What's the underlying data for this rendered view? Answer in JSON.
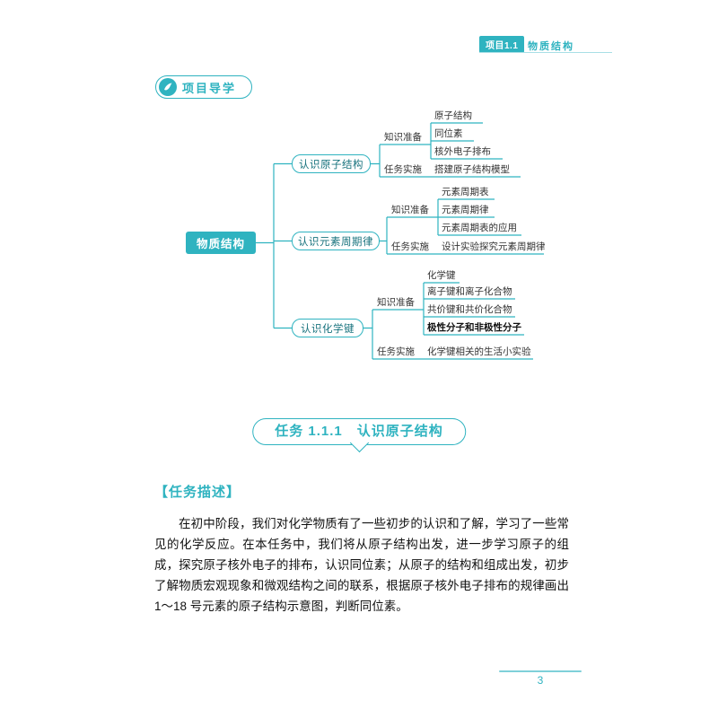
{
  "header": {
    "badge": "项目1.1",
    "title": "物质结构"
  },
  "guide": {
    "label": "项目导学"
  },
  "mindmap": {
    "root": "物质结构",
    "branches": [
      {
        "label": "认识原子结构",
        "groups": [
          {
            "label": "知识准备",
            "items": [
              "原子结构",
              "同位素",
              "核外电子排布"
            ]
          },
          {
            "label": "任务实施",
            "items": [
              "搭建原子结构模型"
            ]
          }
        ]
      },
      {
        "label": "认识元素周期律",
        "groups": [
          {
            "label": "知识准备",
            "items": [
              "元素周期表",
              "元素周期律",
              "元素周期表的应用"
            ]
          },
          {
            "label": "任务实施",
            "items": [
              "设计实验探究元素周期律"
            ]
          }
        ]
      },
      {
        "label": "认识化学键",
        "groups": [
          {
            "label": "知识准备",
            "items": [
              "化学键",
              "离子键和离子化合物",
              "共价键和共价化合物",
              "极性分子和非极性分子"
            ]
          },
          {
            "label": "任务实施",
            "items": [
              "化学键相关的生活小实验"
            ]
          }
        ]
      }
    ]
  },
  "task": {
    "title": "任务 1.1.1　认识原子结构"
  },
  "section": {
    "heading": "【任务描述】",
    "body": "在初中阶段，我们对化学物质有了一些初步的认识和了解，学习了一些常见的化学反应。在本任务中，我们将从原子结构出发，进一步学习原子的组成，探究原子核外电子的排布，认识同位素；从原子的结构和组成出发，初步了解物质宏观现象和微观结构之间的联系，根据原子核外电子排布的规律画出 1～18 号元素的原子结构示意图，判断同位素。"
  },
  "footer": {
    "page_number": "3"
  },
  "colors": {
    "accent_teal": "#2fb3c0"
  }
}
